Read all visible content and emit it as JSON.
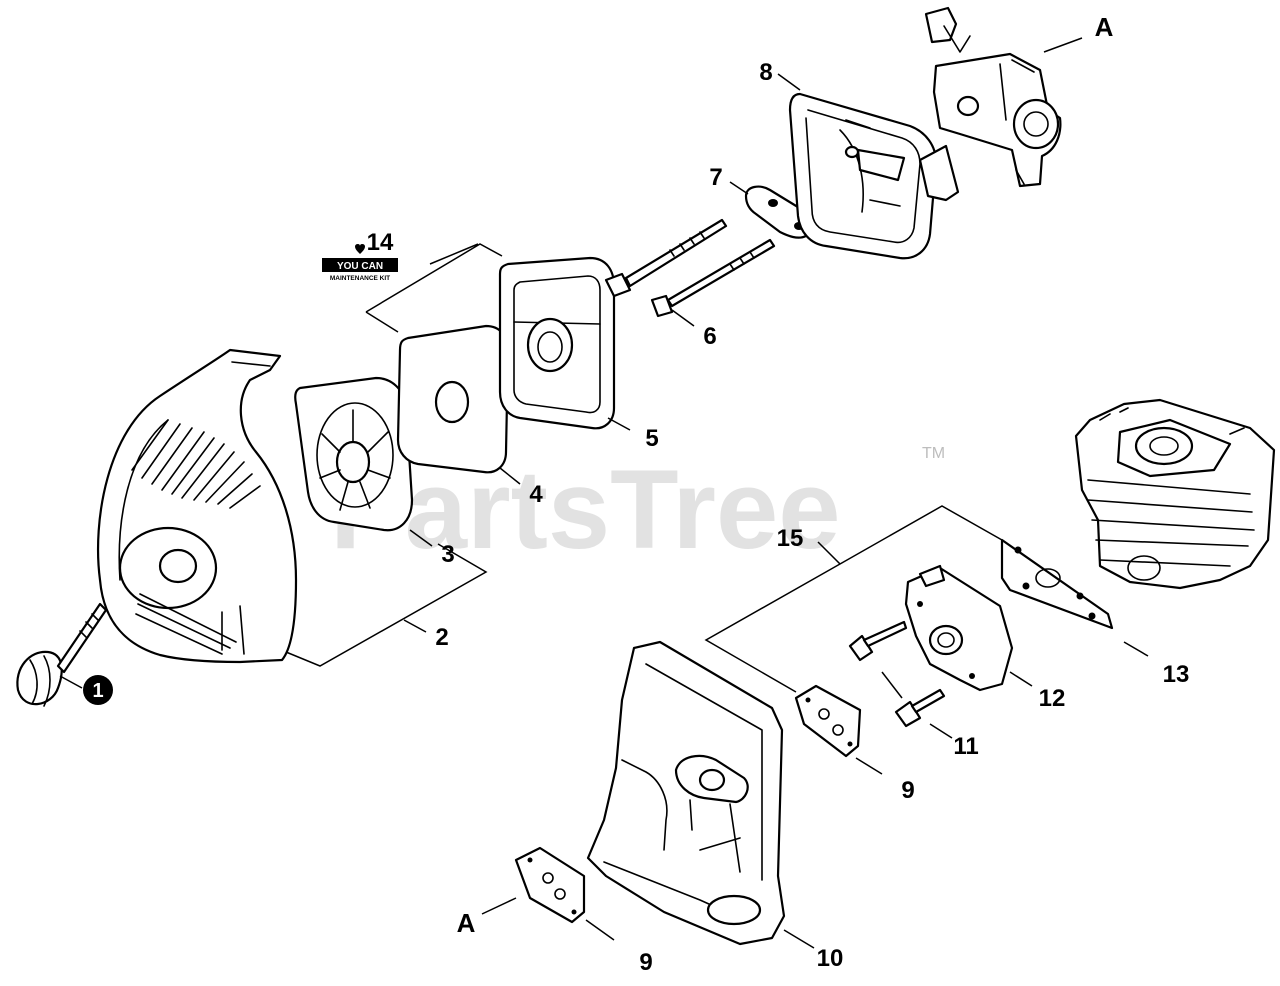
{
  "watermark": {
    "text": "PartsTree",
    "trademark": "TM"
  },
  "kit_badge": {
    "brand": "YOU CAN",
    "subtitle": "MAINTENANCE KIT"
  },
  "reference": {
    "label": "A"
  },
  "callouts": {
    "c1": "1",
    "c2": "2",
    "c3": "3",
    "c4": "4",
    "c5": "5",
    "c6": "6",
    "c7": "7",
    "c8": "8",
    "c9a": "9",
    "c9b": "9",
    "c10": "10",
    "c11": "11",
    "c12": "12",
    "c13": "13",
    "c14": "14",
    "c15": "15"
  }
}
